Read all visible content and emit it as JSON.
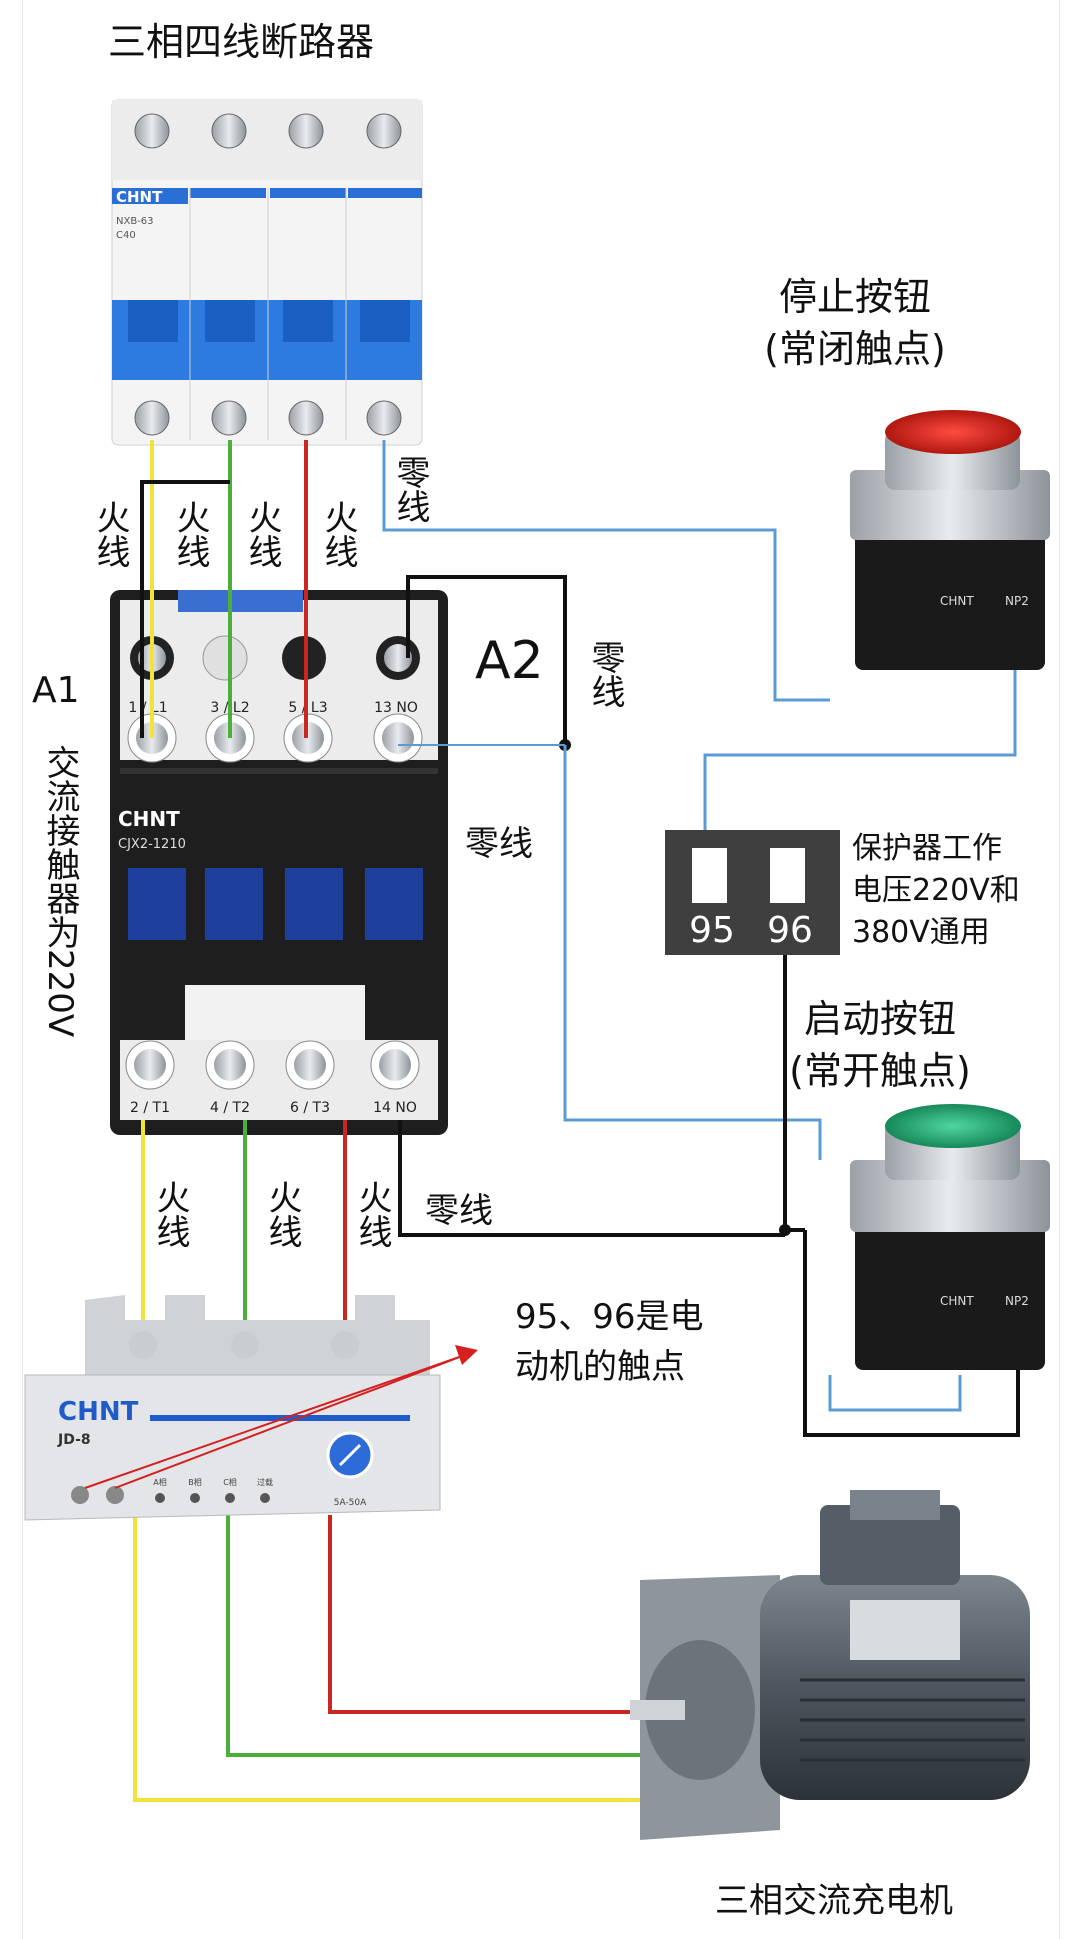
{
  "title_breaker": "三相四线断路器",
  "breaker": {
    "brand": "CHNT",
    "model": "NXB-63",
    "rating": "C40"
  },
  "stop_button": {
    "title": "停止按钮",
    "subtitle": "(常闭触点)",
    "brand": "CHNT",
    "model": "NP2"
  },
  "start_button": {
    "title": "启动按钮",
    "subtitle": "(常开触点)",
    "brand": "CHNT",
    "model": "NP2"
  },
  "contactor": {
    "brand": "CHNT",
    "model": "CJX2-1210",
    "terminals_top": [
      "1 / L1",
      "3 / L2",
      "5 / L3",
      "13 NO"
    ],
    "terminals_bottom": [
      "2 / T1",
      "4 / T2",
      "6 / T3",
      "14 NO"
    ],
    "a1": "A1",
    "a2": "A2",
    "side_label": "交流接触器为220V"
  },
  "wire_labels": {
    "live": "火线",
    "neutral": "零线"
  },
  "protector": {
    "terminal_95": "95",
    "terminal_96": "96",
    "note": [
      "保护器工作",
      "电压220V和",
      "380V通用"
    ]
  },
  "relay": {
    "brand": "CHNT",
    "model": "JD-8",
    "leds": [
      "A相",
      "B相",
      "C相",
      "过载"
    ],
    "dial_label": "5A-50A"
  },
  "contact_note": [
    "95、96是电",
    "动机的触点"
  ],
  "motor_label": "三相交流充电机",
  "colors": {
    "yellow": "#f2e23a",
    "green": "#4caf3a",
    "red": "#c8281e",
    "blue": "#5b9bd5",
    "black": "#111111",
    "chnt_blue": "#1f5cc9"
  }
}
